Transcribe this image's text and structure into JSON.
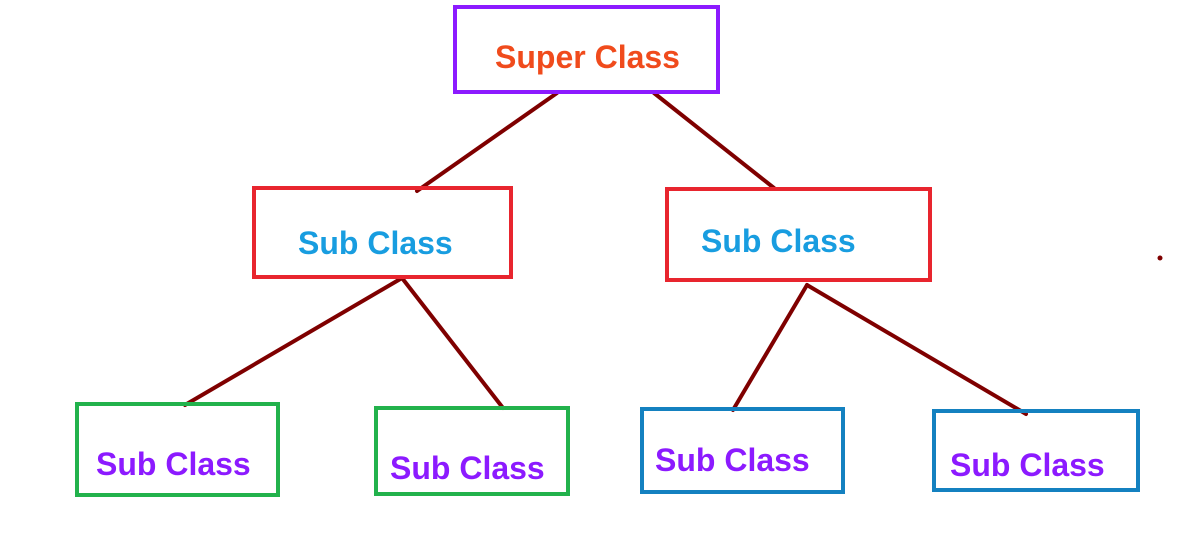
{
  "diagram": {
    "nodes": {
      "super": {
        "label": "Super Class"
      },
      "l1_left": {
        "label": "Sub Class"
      },
      "l1_right": {
        "label": "Sub Class"
      },
      "l2_a": {
        "label": "Sub Class"
      },
      "l2_b": {
        "label": "Sub Class"
      },
      "l2_c": {
        "label": "Sub Class"
      },
      "l2_d": {
        "label": "Sub Class"
      }
    },
    "edges": [
      {
        "from": "super",
        "to": "l1_left"
      },
      {
        "from": "super",
        "to": "l1_right"
      },
      {
        "from": "l1_left",
        "to": "l2_a"
      },
      {
        "from": "l1_left",
        "to": "l2_b"
      },
      {
        "from": "l1_right",
        "to": "l2_c"
      },
      {
        "from": "l1_right",
        "to": "l2_d"
      }
    ]
  },
  "colors": {
    "connector": "#7f0000",
    "super_border": "#8c1aff",
    "super_text": "#f04b1c",
    "level1_border": "#e8252e",
    "level1_text": "#189de0",
    "level2_left_border": "#22b24c",
    "level2_right_border": "#1481c0",
    "level2_text": "#8c1aff"
  }
}
